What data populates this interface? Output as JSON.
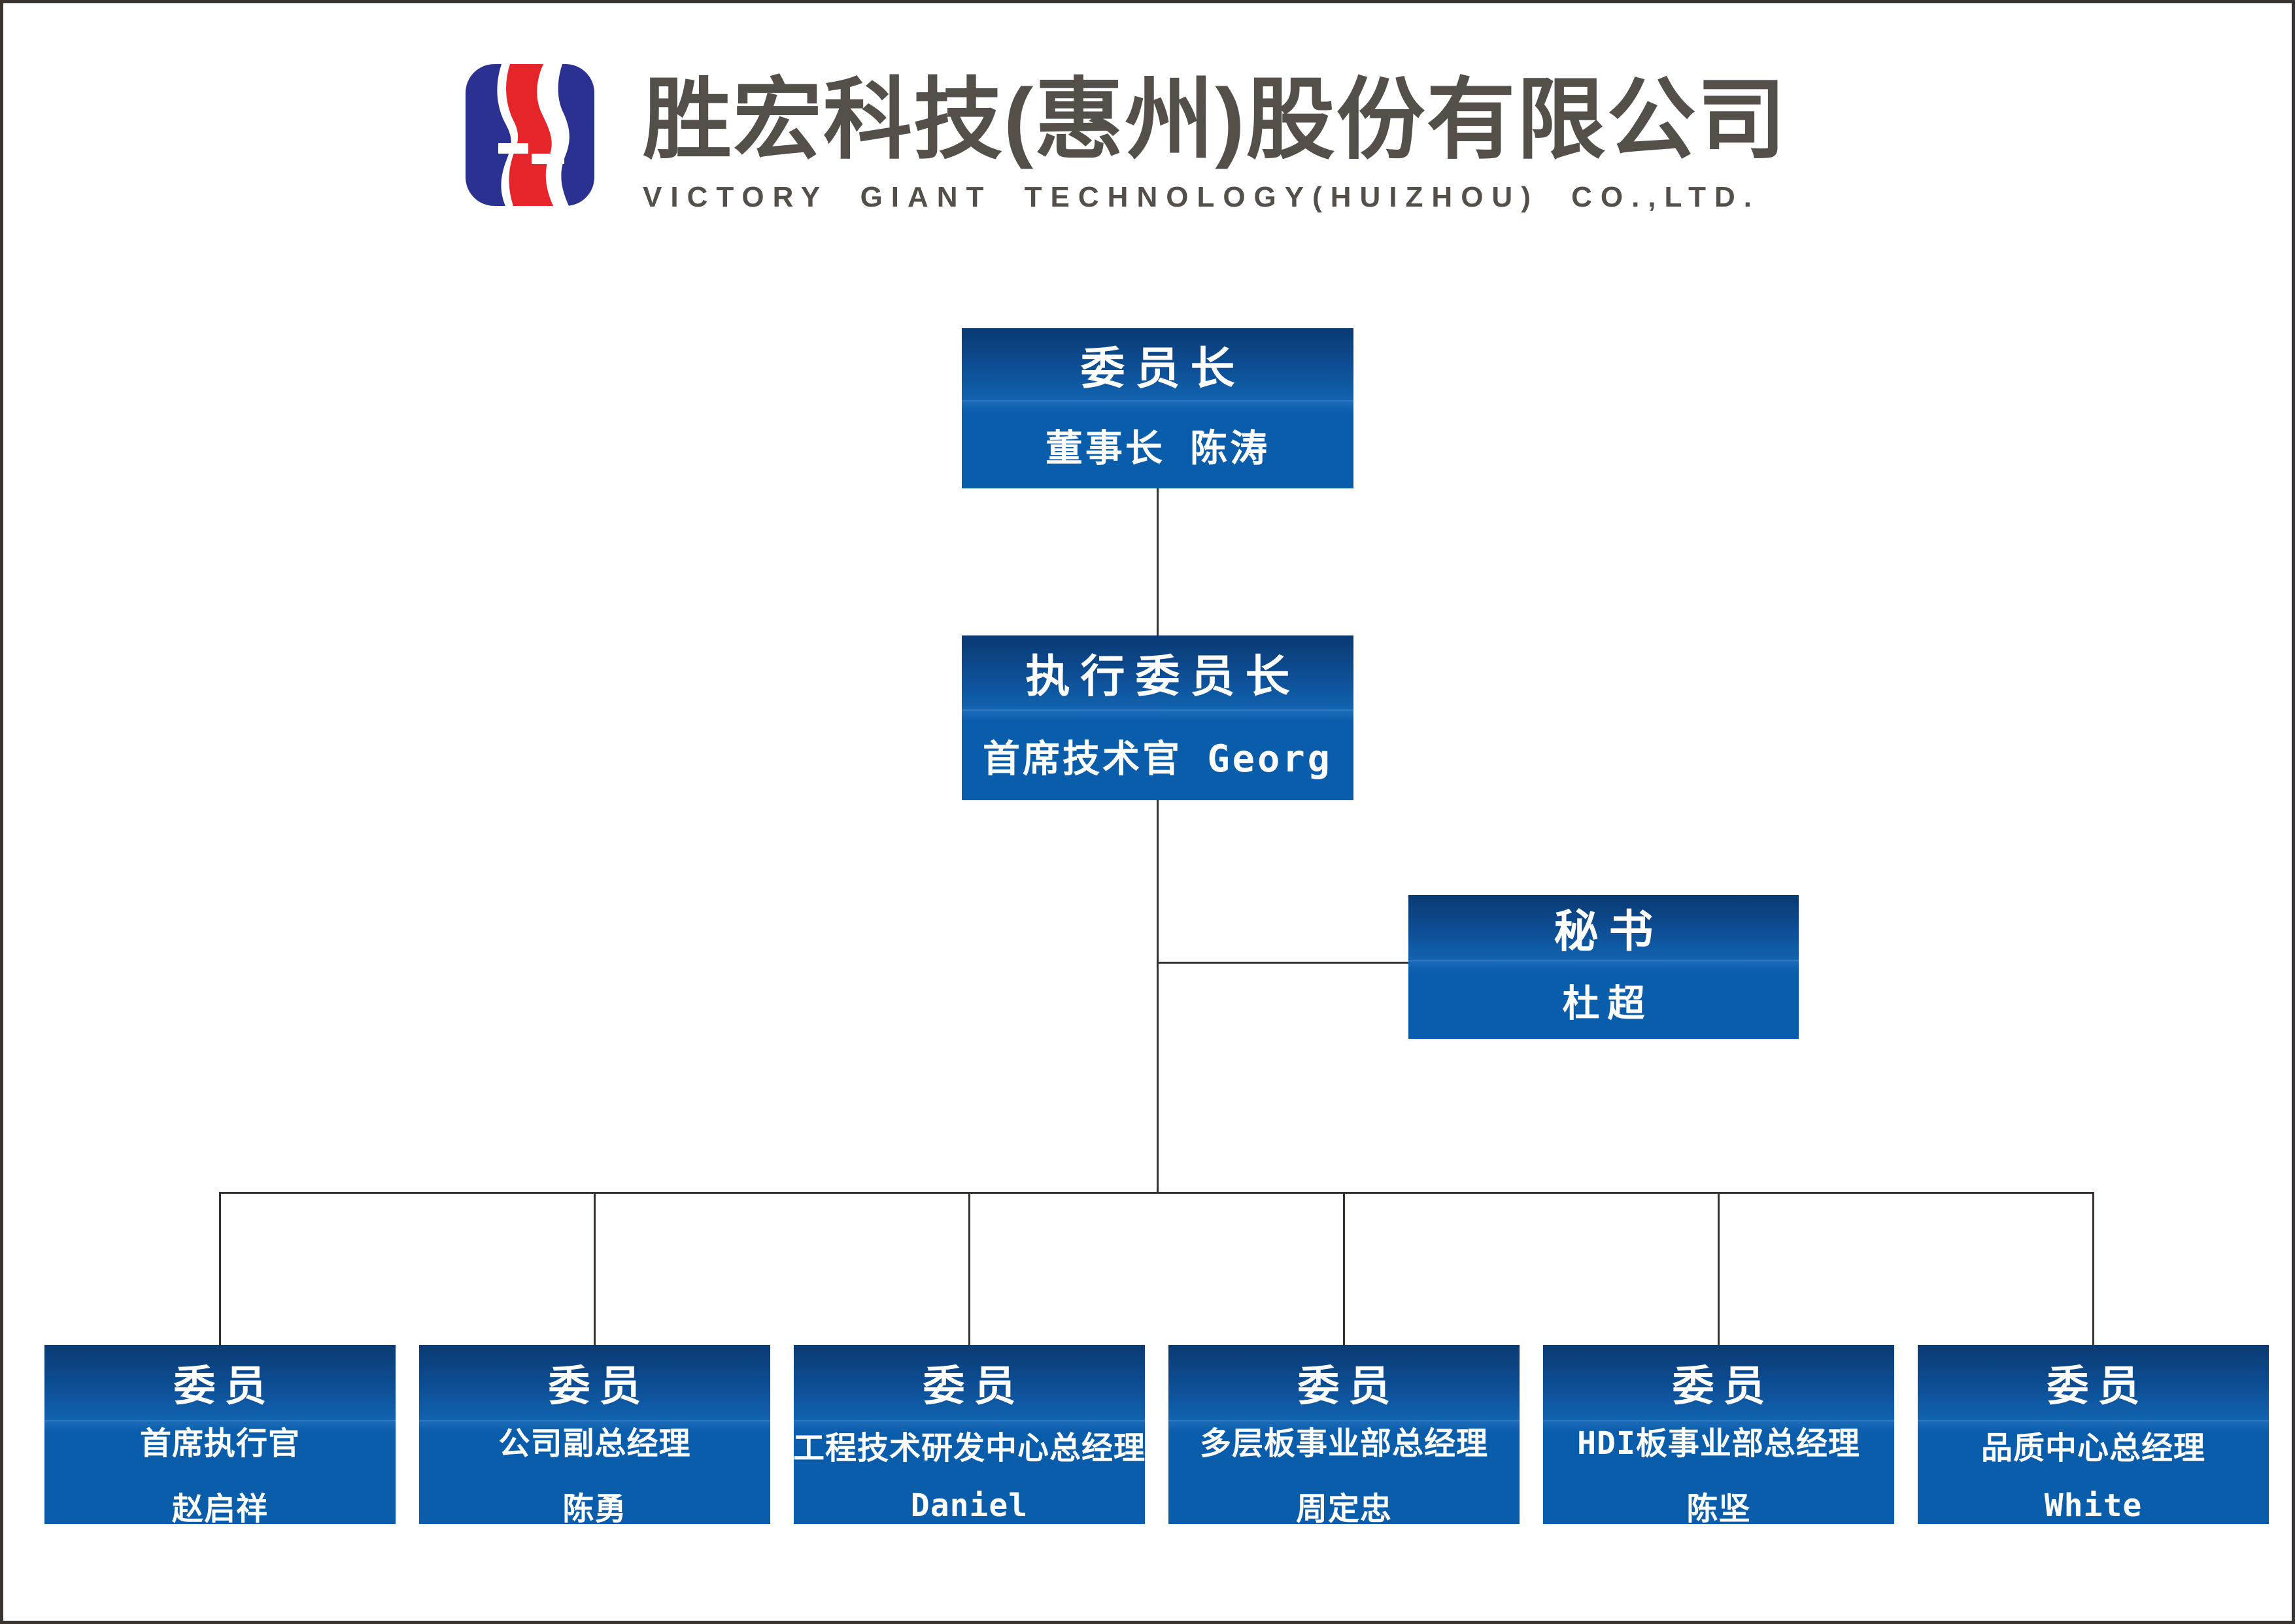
{
  "header": {
    "company_name_zh": "胜宏科技(惠州)股份有限公司",
    "company_name_en": "VICTORY GIANT TECHNOLOGY(HUIZHOU) CO.,LTD.",
    "logo_label": "Victory Giant S-stripe logo"
  },
  "colors": {
    "ink": "#554f4a",
    "line": "#35312d",
    "page_border": "#3a3531",
    "box_dark": "#0a3a72",
    "box_mid": "#0d4e95",
    "box_light": "#1163b0",
    "box_flat": "#0a5dab",
    "seam": "#3178bf",
    "box_text": "#ffffff",
    "logo_blue": "#2b3191",
    "logo_red": "#e6252b"
  },
  "org": {
    "chairman": {
      "title": "委员长",
      "subtitle": "董事长 陈涛"
    },
    "exec": {
      "title": "执行委员长",
      "subtitle": "首席技术官 Georg"
    },
    "secretary": {
      "title": "秘书",
      "subtitle": "杜超"
    },
    "members": [
      {
        "title": "委员",
        "role": "首席执行官",
        "name": "赵启祥"
      },
      {
        "title": "委员",
        "role": "公司副总经理",
        "name": "陈勇"
      },
      {
        "title": "委员",
        "role": "工程技术研发中心总经理",
        "name": "Daniel"
      },
      {
        "title": "委员",
        "role": "多层板事业部总经理",
        "name": "周定忠"
      },
      {
        "title": "委员",
        "role": "HDI板事业部总经理",
        "name": "陈坚"
      },
      {
        "title": "委员",
        "role": "品质中心总经理",
        "name": "White"
      }
    ]
  }
}
